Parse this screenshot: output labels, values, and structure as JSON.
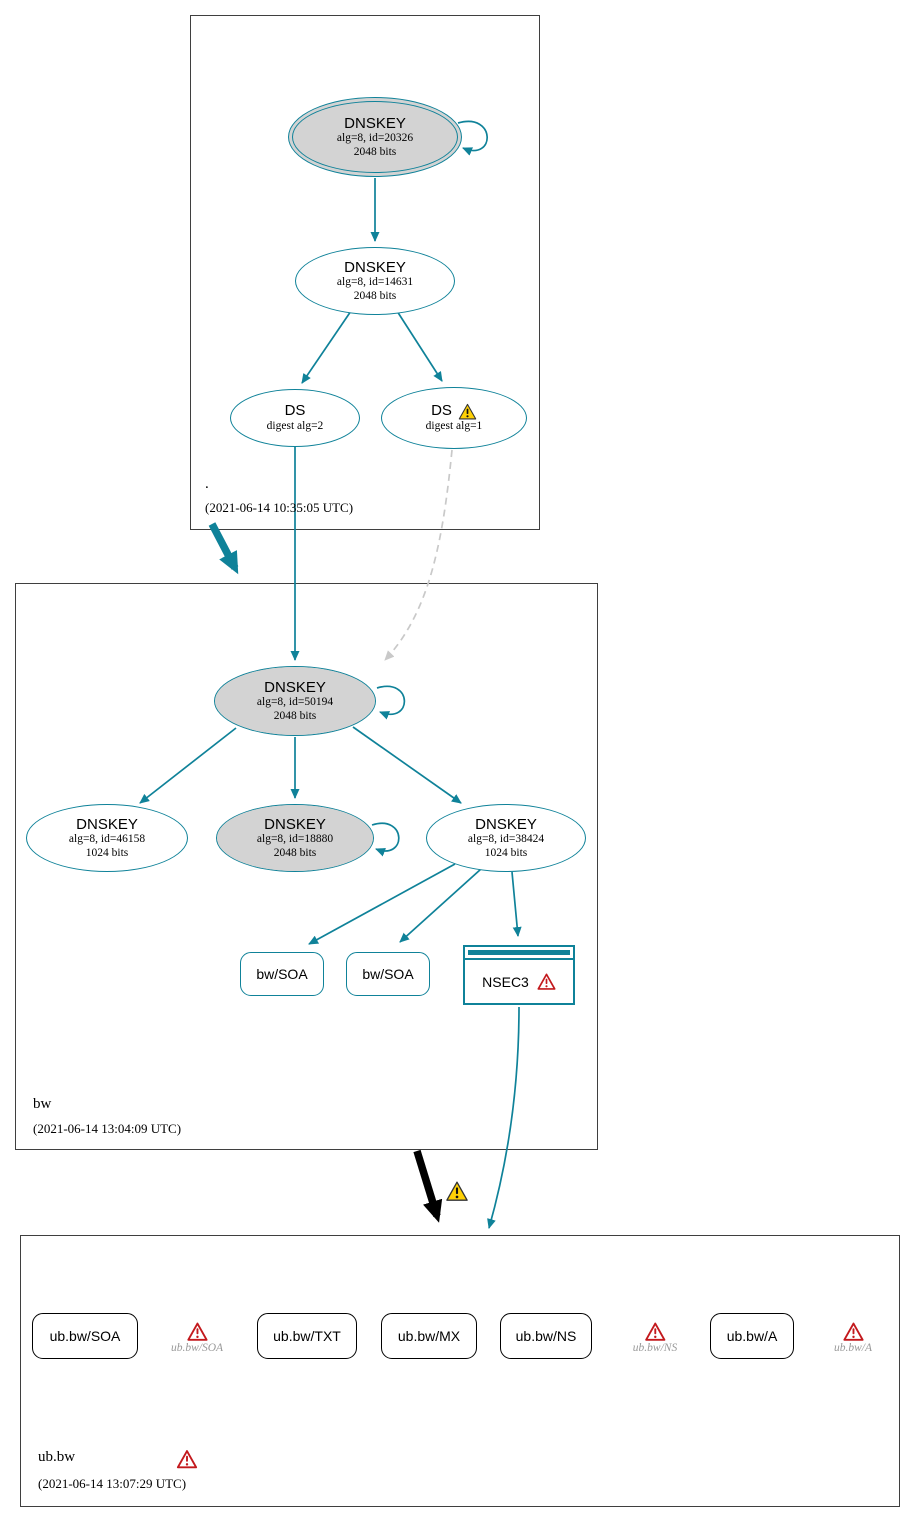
{
  "root": {
    "label": ".",
    "timestamp": "(2021-06-14 10:35:05 UTC)",
    "ksk": {
      "title": "DNSKEY",
      "alg": "alg=8, id=20326",
      "bits": "2048 bits"
    },
    "zsk": {
      "title": "DNSKEY",
      "alg": "alg=8, id=14631",
      "bits": "2048 bits"
    },
    "ds2": {
      "title": "DS",
      "alg": "digest alg=2"
    },
    "ds1": {
      "title": "DS",
      "alg": "digest alg=1"
    }
  },
  "bw": {
    "label": "bw",
    "timestamp": "(2021-06-14 13:04:09 UTC)",
    "ksk": {
      "title": "DNSKEY",
      "alg": "alg=8, id=50194",
      "bits": "2048 bits"
    },
    "key1": {
      "title": "DNSKEY",
      "alg": "alg=8, id=46158",
      "bits": "1024 bits"
    },
    "key2": {
      "title": "DNSKEY",
      "alg": "alg=8, id=18880",
      "bits": "2048 bits"
    },
    "key3": {
      "title": "DNSKEY",
      "alg": "alg=8, id=38424",
      "bits": "1024 bits"
    },
    "soa1": "bw/SOA",
    "soa2": "bw/SOA",
    "nsec3": "NSEC3"
  },
  "ubbw": {
    "label": "ub.bw",
    "timestamp": "(2021-06-14 13:07:29 UTC)",
    "soa": "ub.bw/SOA",
    "soa_err": "ub.bw/SOA",
    "txt": "ub.bw/TXT",
    "mx": "ub.bw/MX",
    "ns": "ub.bw/NS",
    "ns_err": "ub.bw/NS",
    "a": "ub.bw/A",
    "a_err": "ub.bw/A"
  },
  "icons": {
    "warning": "yellow-triangle-exclamation",
    "error": "red-triangle-exclamation"
  },
  "colors": {
    "secure_teal": "#0f8299",
    "key_gray": "#d3d3d3",
    "warning_yellow": "#ffd105",
    "error_red": "#c3191d",
    "insecure_black": "#000000",
    "dashed_gray": "#c9c9c9"
  }
}
